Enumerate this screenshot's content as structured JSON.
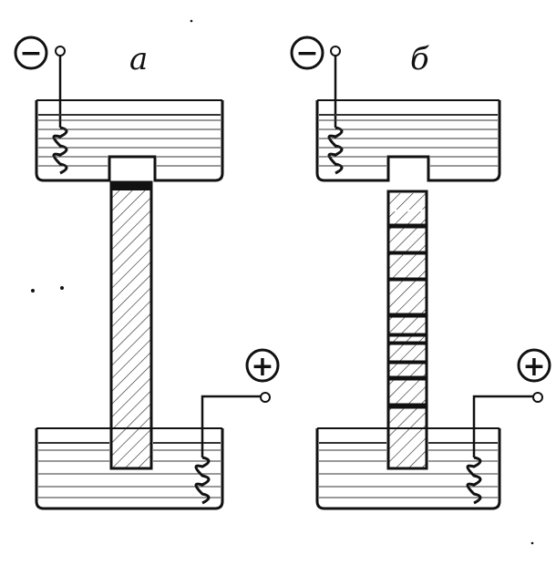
{
  "panels": [
    {
      "id": "a",
      "label": "а",
      "column_type": "uniform",
      "top_electrode": {
        "sign": "−",
        "icon": "minus-terminal-icon"
      },
      "bottom_electrode": {
        "sign": "+",
        "icon": "plus-terminal-icon"
      }
    },
    {
      "id": "b",
      "label": "б",
      "column_type": "separated-bands",
      "top_electrode": {
        "sign": "−",
        "icon": "minus-terminal-icon"
      },
      "bottom_electrode": {
        "sign": "+",
        "icon": "plus-terminal-icon"
      }
    }
  ],
  "colors": {
    "ink": "#111111",
    "background": "#ffffff"
  }
}
